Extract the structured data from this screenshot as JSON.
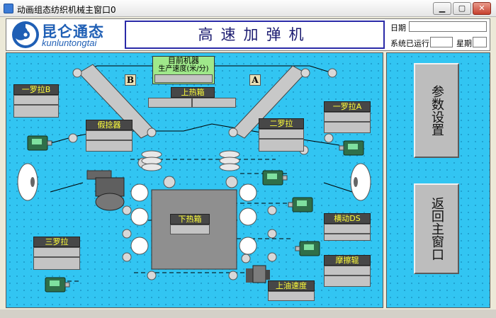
{
  "window": {
    "title": "动画组态纺织机械主窗口0",
    "minimize_glyph": "▁",
    "maximize_glyph": "▢",
    "close_glyph": "✕"
  },
  "logo": {
    "cn": "昆仑通态",
    "en": "kunluntongtai"
  },
  "header": {
    "title": "高速加弹机",
    "date_label": "日期",
    "runtime_label": "系统已运行",
    "week_label": "星期"
  },
  "labels": {
    "current_machine": "目前机器",
    "production_speed": "生产速度(米/分)",
    "upper_heater": "上热箱",
    "lower_heater": "下热箱",
    "roller1_left": "一罗拉B",
    "roller1_right": "一罗拉A",
    "false_twister": "假捻器",
    "roller2": "二罗拉",
    "roller3": "三罗拉",
    "traverse": "横动DS",
    "friction_roller": "摩擦辊",
    "oil_speed": "上油速度",
    "side_b": "B",
    "side_a": "A"
  },
  "side": {
    "settings_button": "参数设置",
    "return_button": "返回主窗口"
  },
  "colors": {
    "panel_bg": "#32c5f2",
    "label_bg": "#474747",
    "label_fg": "#ffff3a",
    "speed_box": "#9fe88a",
    "motor": "#2f6f49"
  }
}
